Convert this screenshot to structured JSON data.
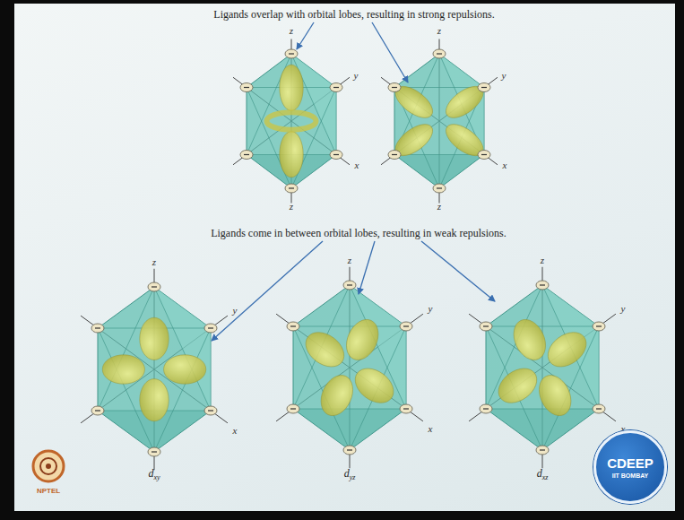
{
  "diagram": {
    "nodes": [
      {
        "text": [
          "CDEEP",
          "IIT BOMBAY"
        ]
      }
    ],
    "labels": [
      "Ligands overlap with orbital lobes, resulting in strong repulsions.",
      "Ligands come in between orbital lobes, resulting in weak repulsions.",
      "z",
      "y",
      "x",
      "z",
      "z",
      "y",
      "x",
      "z",
      "z",
      "y",
      "x",
      "dxy",
      "z",
      "y",
      "x",
      "dyz",
      "z",
      "y",
      "x",
      "dxz",
      "NPTEL"
    ]
  }
}
